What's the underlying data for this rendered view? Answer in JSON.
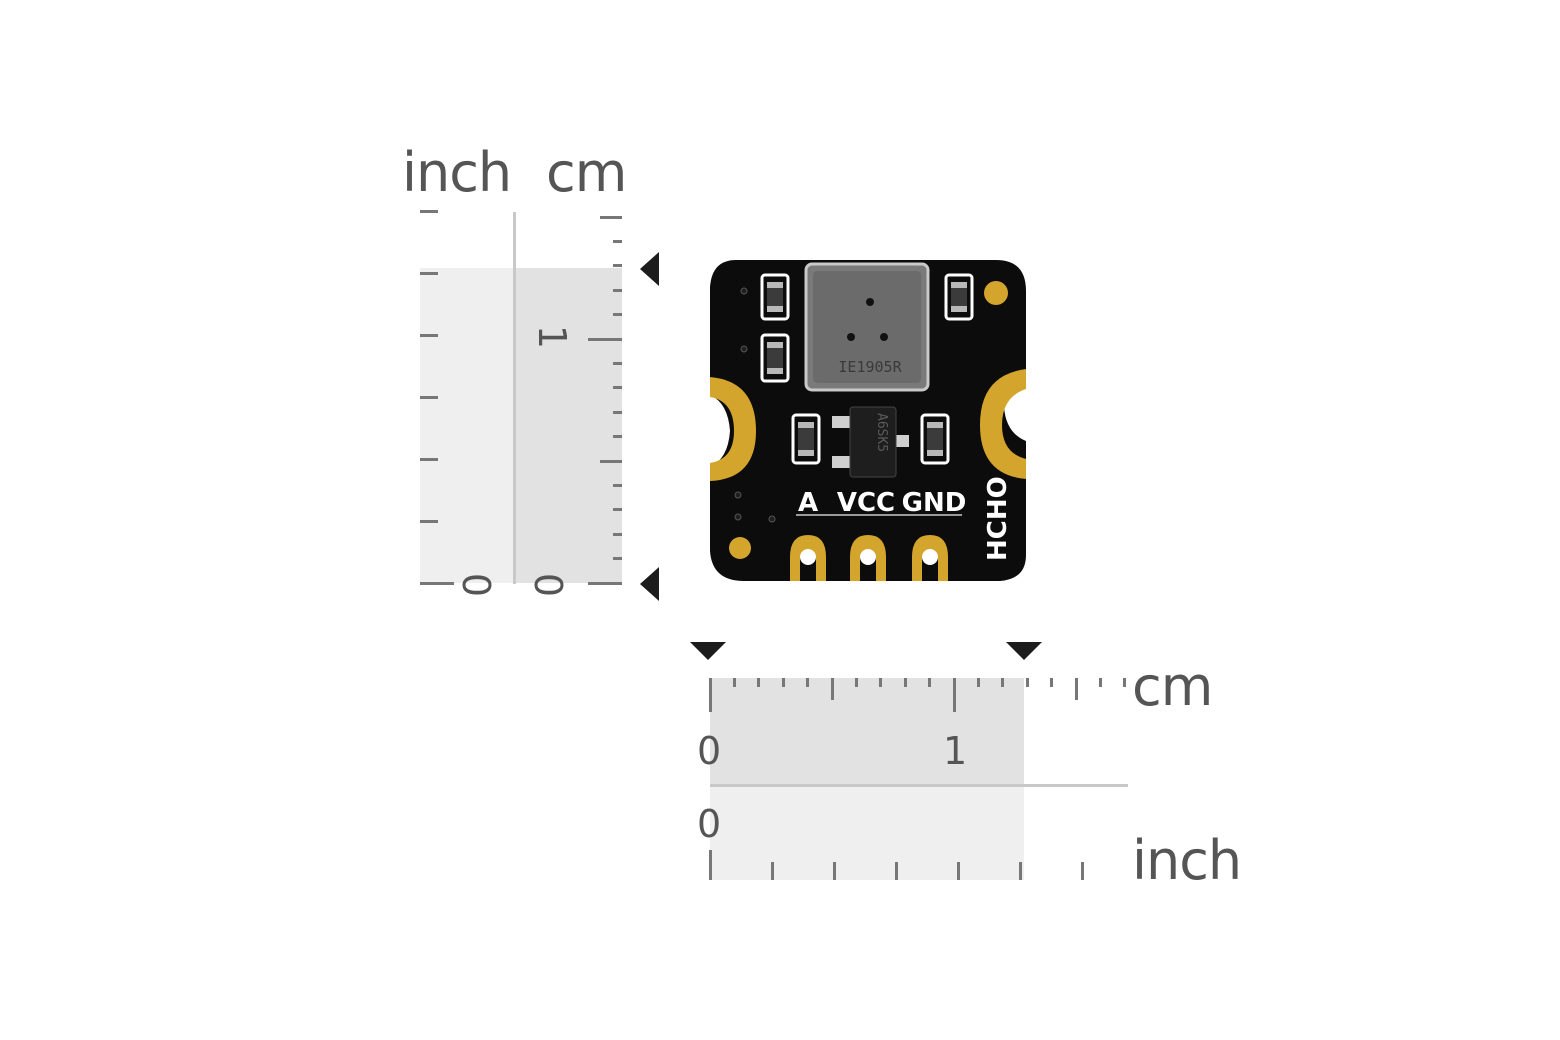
{
  "vertical_ruler": {
    "inch_label": "inch",
    "cm_label": "cm",
    "inch_zero": "0",
    "cm_zero": "0",
    "cm_one": "1"
  },
  "horizontal_ruler": {
    "cm_label": "cm",
    "inch_label": "inch",
    "cm_zero": "0",
    "cm_one": "1",
    "inch_zero": "0"
  },
  "board": {
    "sensor_marking": "IE1905R",
    "transistor_marking": "A6SK5",
    "pin_a": "A",
    "pin_vcc": "VCC",
    "pin_gnd": "GND",
    "name": "HCHO"
  }
}
